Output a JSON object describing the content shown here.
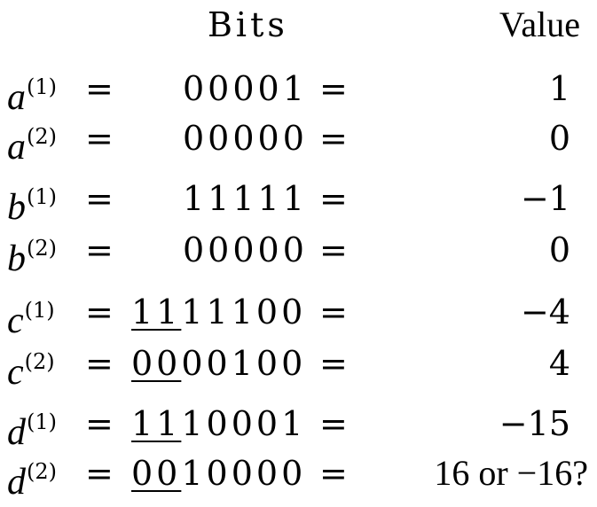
{
  "headers": {
    "bits": "Bits",
    "value": "Value"
  },
  "equals": "=",
  "rows": [
    {
      "var": "a",
      "sup": "(1)",
      "bits_underlined": "",
      "bits_rest": "00001",
      "value": "1"
    },
    {
      "var": "a",
      "sup": "(2)",
      "bits_underlined": "",
      "bits_rest": "00000",
      "value": "0"
    },
    {
      "var": "b",
      "sup": "(1)",
      "bits_underlined": "",
      "bits_rest": "11111",
      "value": "−1"
    },
    {
      "var": "b",
      "sup": "(2)",
      "bits_underlined": "",
      "bits_rest": "00000",
      "value": "0"
    },
    {
      "var": "c",
      "sup": "(1)",
      "bits_underlined": "11",
      "bits_rest": "11100",
      "value": "−4"
    },
    {
      "var": "c",
      "sup": "(2)",
      "bits_underlined": "00",
      "bits_rest": "00100",
      "value": "4"
    },
    {
      "var": "d",
      "sup": "(1)",
      "bits_underlined": "11",
      "bits_rest": "10001",
      "value": "−15"
    },
    {
      "var": "d",
      "sup": "(2)",
      "bits_underlined": "00",
      "bits_rest": "10000",
      "value": "16  or −16?"
    }
  ]
}
